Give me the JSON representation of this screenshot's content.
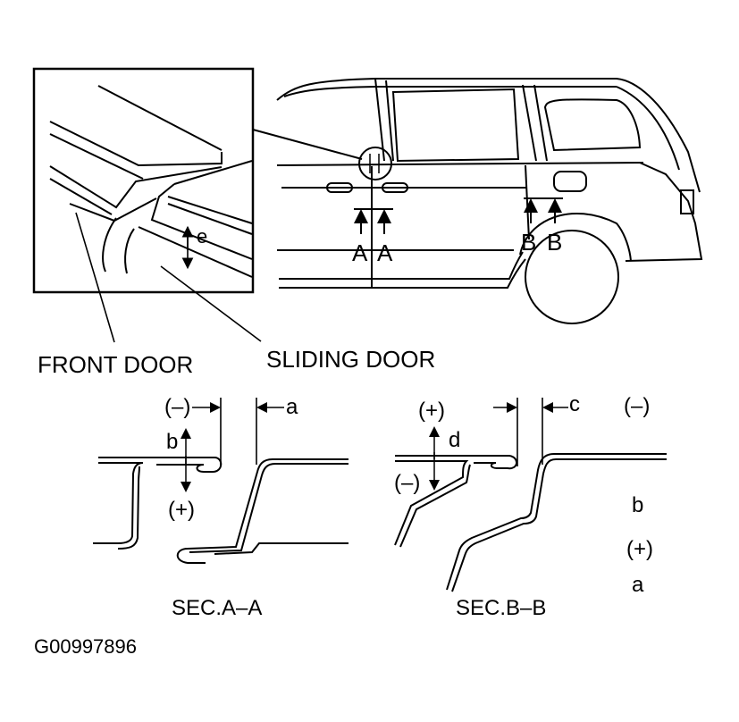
{
  "inset": {
    "label_e": "e"
  },
  "callouts": {
    "front_door": "FRONT DOOR",
    "sliding_door": "SLIDING DOOR"
  },
  "vehicle": {
    "section_marks": {
      "a1": "A",
      "a2": "A",
      "b1": "B",
      "b2": "B"
    }
  },
  "section_aa": {
    "minus": "(–)",
    "plus": "(+)",
    "label_a": "a",
    "label_b": "b",
    "title": "SEC.A–A"
  },
  "section_bb": {
    "plus": "(+)",
    "minus": "(–)",
    "label_c": "c",
    "label_d": "d",
    "title": "SEC.B–B"
  },
  "legend": {
    "minus": "(–)",
    "b": "b",
    "plus": "(+)",
    "a": "a"
  },
  "figure_id": "G00997896"
}
